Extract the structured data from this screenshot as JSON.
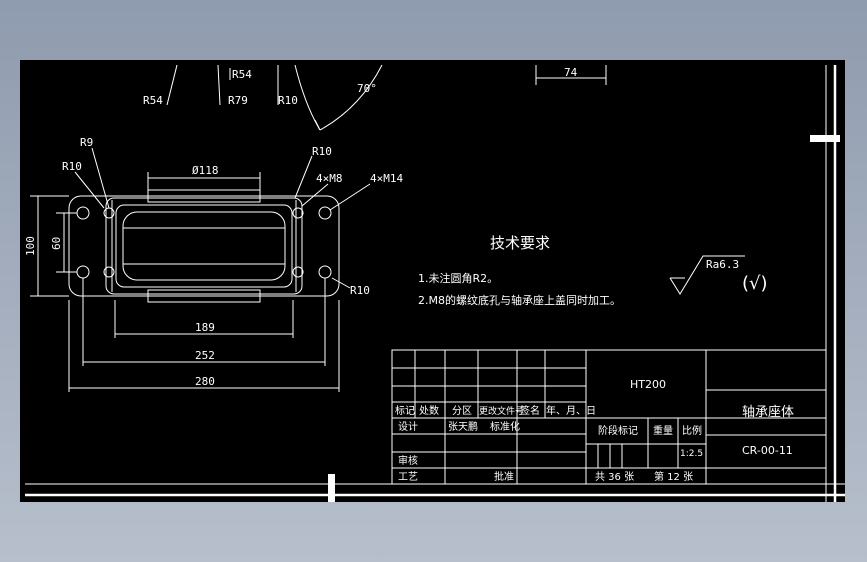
{
  "dims": {
    "r54_a": "R54",
    "r54_b": "R54",
    "r79": "R79",
    "r10_top": "R10",
    "angle": "70°",
    "len74": "74",
    "r9": "R9",
    "r10_left": "R10",
    "r10_right": "R10",
    "r10_bottom": "R10",
    "dia118": "Ø118",
    "m8": "4×M8",
    "m14": "4×M14",
    "h60": "60",
    "h100": "100",
    "w189": "189",
    "w252": "252",
    "w280": "280"
  },
  "notes": {
    "title": "技术要求",
    "note1": "1.未注圆角R2。",
    "note2": "2.M8的螺纹底孔与轴承座上盖同时加工。",
    "roughness": "Ra6.3",
    "roughness_other": "(√)"
  },
  "titleblock": {
    "material": "HT200",
    "part_name": "轴承座体",
    "drawing_no": "CR-00-11",
    "hdr_mark": "标记",
    "hdr_count": "处数",
    "hdr_zone": "分区",
    "hdr_doc": "更改文件号",
    "hdr_sign": "签名",
    "hdr_date": "年、月、日",
    "design": "设计",
    "designer": "张天鹏",
    "standard": "标准化",
    "stage": "阶段标记",
    "weight": "重量",
    "scale_label": "比例",
    "scale": "1:2.5",
    "review": "审核",
    "process": "工艺",
    "approve": "批准",
    "sheets_total": "共 36 张",
    "sheet_no": "第 12 张"
  }
}
